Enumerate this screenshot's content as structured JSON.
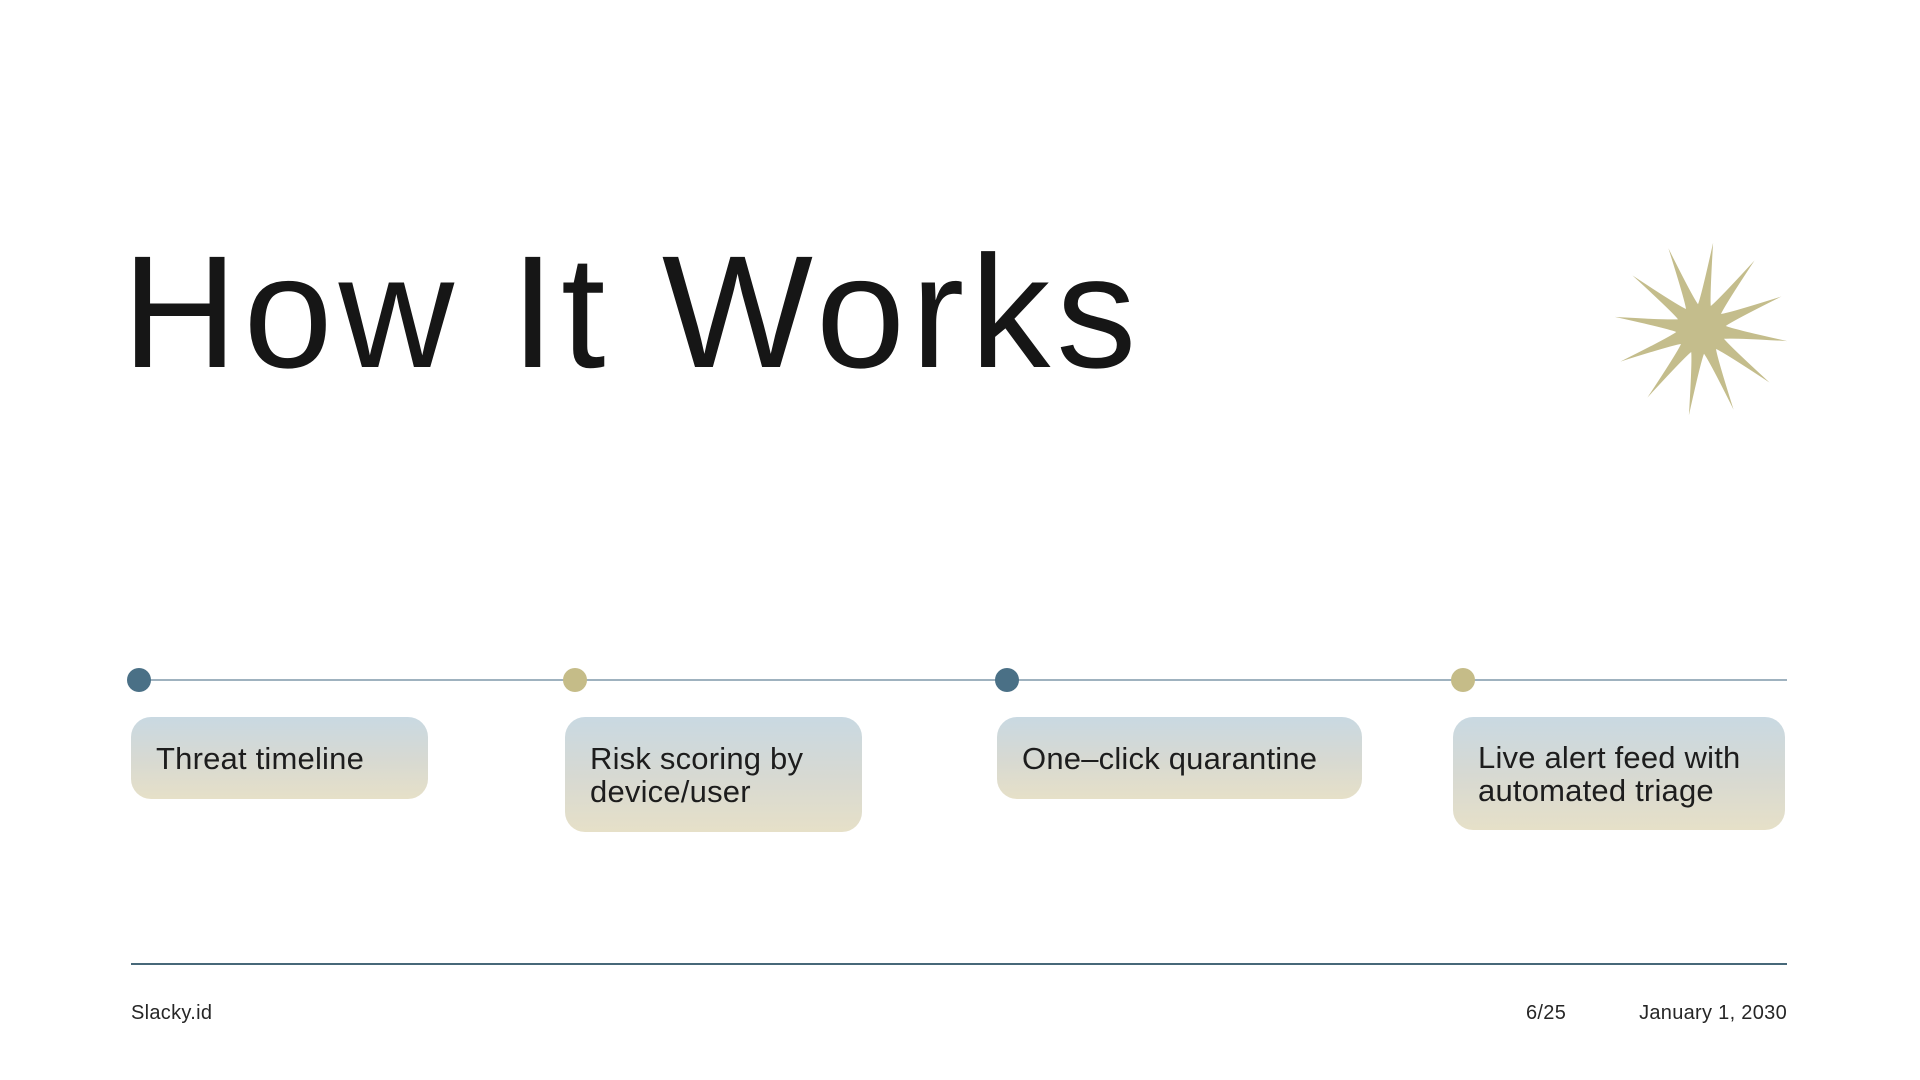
{
  "slide": {
    "title": "How It Works",
    "decoration": {
      "star_icon": "starburst-icon",
      "star_color": "#c4bd8c"
    },
    "timeline": {
      "line_color": "#9fb2bf",
      "steps": [
        {
          "label": "Threat timeline",
          "dot_color": "#4a7086"
        },
        {
          "label": "Risk scoring by device/user",
          "dot_color": "#c5bc88"
        },
        {
          "label": "One–click quarantine",
          "dot_color": "#4a7086"
        },
        {
          "label": "Live alert feed with automated triage",
          "dot_color": "#c5bc88"
        }
      ],
      "box_gradient_top": "#c9d9e2",
      "box_gradient_bottom": "#e6e0c8"
    },
    "footer": {
      "divider_color": "#476879",
      "brand": "Slacky.id",
      "page_number": "6/25",
      "date": "January 1, 2030"
    }
  }
}
